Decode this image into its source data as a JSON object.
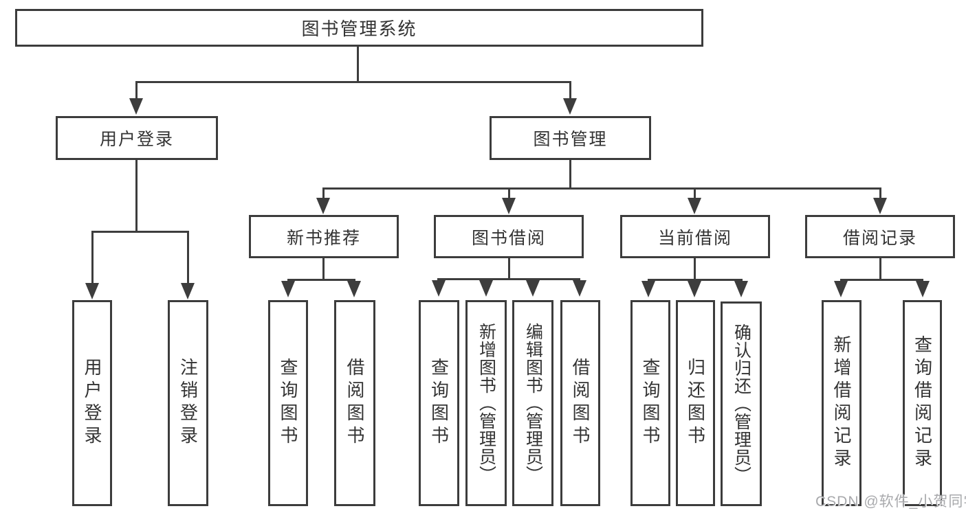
{
  "root": {
    "label": "图书管理系统"
  },
  "level2": [
    {
      "label": "用户登录"
    },
    {
      "label": "图书管理"
    }
  ],
  "level3": [
    {
      "label": "新书推荐"
    },
    {
      "label": "图书借阅"
    },
    {
      "label": "当前借阅"
    },
    {
      "label": "借阅记录"
    }
  ],
  "leaves": {
    "login": [
      "用户登录",
      "注销登录"
    ],
    "recommend": [
      "查询图书",
      "借阅图书"
    ],
    "borrow": [
      "查询图书",
      "新增图书（管理员）",
      "编辑图书（管理员）",
      "借阅图书"
    ],
    "current": [
      "查询图书",
      "归还图书",
      "确认归还（管理员）"
    ],
    "records": [
      "新增借阅记录",
      "查询借阅记录"
    ]
  },
  "watermark": {
    "text": "CSDN @软件_小贺同学"
  },
  "colors": {
    "line": "#3d3d3d",
    "text": "#333333",
    "watermark": "#a8a9ac",
    "background": "#ffffff"
  }
}
